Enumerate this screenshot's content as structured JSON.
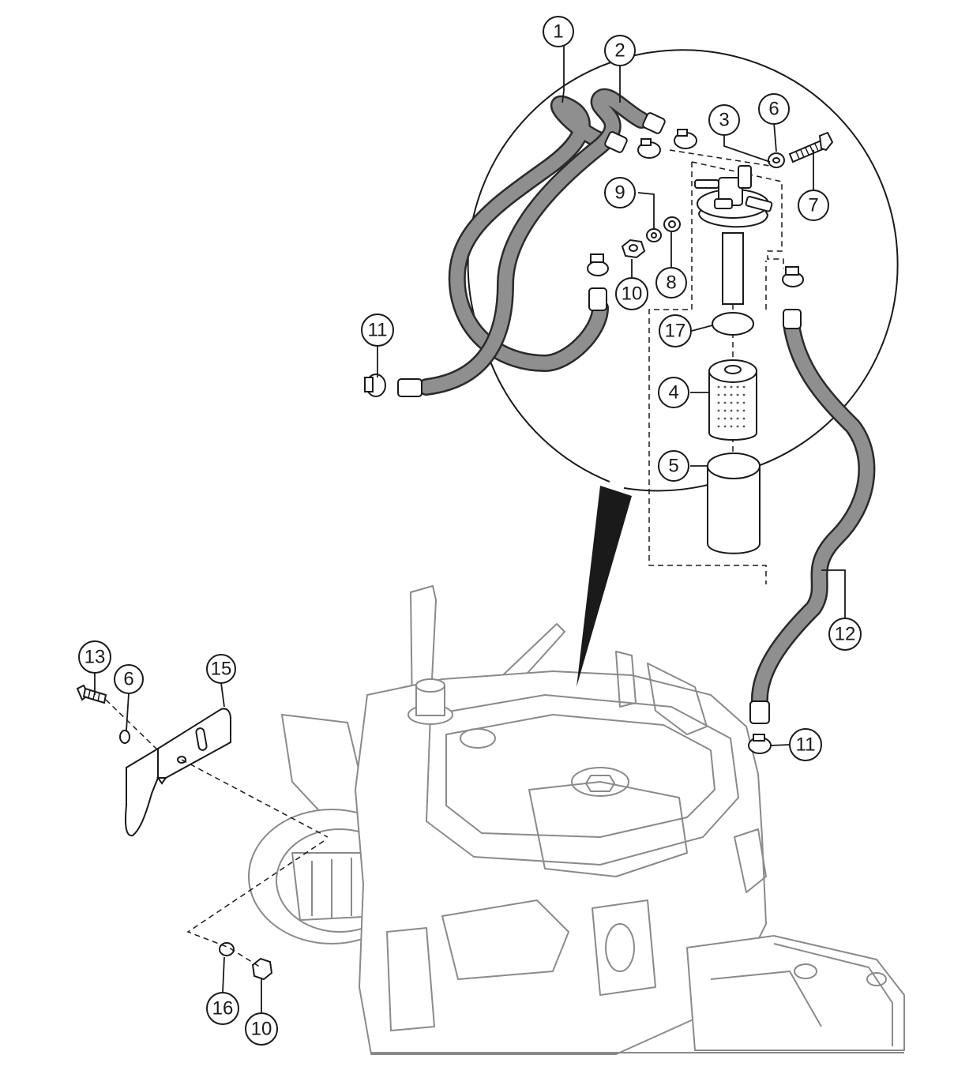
{
  "diagram": {
    "colors": {
      "line": "#1a1a1a",
      "hose": "#8f8f8f",
      "engine": "#8a8a8a",
      "background": "#ffffff"
    },
    "callouts": [
      {
        "id": "c1",
        "label": "1"
      },
      {
        "id": "c2",
        "label": "2"
      },
      {
        "id": "c3",
        "label": "3"
      },
      {
        "id": "c6a",
        "label": "6"
      },
      {
        "id": "c7",
        "label": "7"
      },
      {
        "id": "c9",
        "label": "9"
      },
      {
        "id": "c10a",
        "label": "10"
      },
      {
        "id": "c8",
        "label": "8"
      },
      {
        "id": "c11a",
        "label": "11"
      },
      {
        "id": "c17",
        "label": "17"
      },
      {
        "id": "c4",
        "label": "4"
      },
      {
        "id": "c5",
        "label": "5"
      },
      {
        "id": "c12",
        "label": "12"
      },
      {
        "id": "c11b",
        "label": "11"
      },
      {
        "id": "c13",
        "label": "13"
      },
      {
        "id": "c6b",
        "label": "6"
      },
      {
        "id": "c15",
        "label": "15"
      },
      {
        "id": "c16",
        "label": "16"
      },
      {
        "id": "c10b",
        "label": "10"
      }
    ]
  }
}
